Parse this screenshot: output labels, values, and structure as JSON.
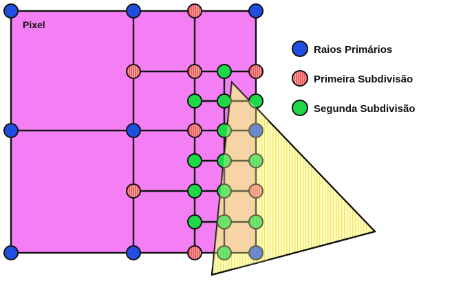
{
  "diagram": {
    "pixel_label": "Pixel",
    "legend": [
      {
        "label": "Raios Primários",
        "color": "#1f4ee0",
        "icon": "blue-circle-icon"
      },
      {
        "label": "Primeira Subdivisão",
        "color": "#f26060",
        "icon": "red-circle-icon"
      },
      {
        "label": "Segunda Subdivisão",
        "color": "#1ed84a",
        "icon": "green-circle-icon"
      }
    ],
    "colors": {
      "pixel_fill": "#f47ff4",
      "grid_line": "#111111",
      "triangle_fill": "#ffffc4",
      "triangle_stripe": "#f2e36a",
      "overlap_fill": "#f5b0c8",
      "primary": "#1f4ee0",
      "first_subdivision": "#f26060",
      "second_subdivision": "#1ed84a"
    }
  }
}
